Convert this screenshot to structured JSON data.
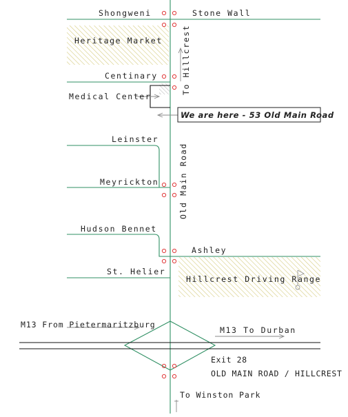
{
  "colors": {
    "road": "#2f8f63",
    "stop_marker": "#e03a3a",
    "hatch": "#d8cf88",
    "text": "#222222",
    "line_gray": "#8a8a8a"
  },
  "roads": {
    "shongweni": "Shongweni",
    "stone_wall": "Stone Wall",
    "centinary": "Centinary",
    "leinster": "Leinster",
    "meyrickton": "Meyrickton",
    "hudson_bennet": "Hudson Bennet",
    "ashley": "Ashley",
    "st_helier": "St. Helier",
    "old_main_road": "Old Main Road"
  },
  "places": {
    "heritage_market": "Heritage Market",
    "medical_center": "Medical Center",
    "driving_range": "Hillcrest Driving Range"
  },
  "directions": {
    "to_hillcrest": "To Hillcrest",
    "m13_from": "M13 From Pietermaritzburg",
    "m13_to": "M13 To Durban",
    "to_winston_park": "To Winston Park"
  },
  "exit": {
    "number": "Exit 28",
    "name": "OLD MAIN ROAD / HILLCREST"
  },
  "you_are_here": "We are here - 53 Old Main Road",
  "icons": {
    "flag": "flag-icon",
    "stop": "stop-circle-icon",
    "arrow": "direction-arrow-icon"
  }
}
